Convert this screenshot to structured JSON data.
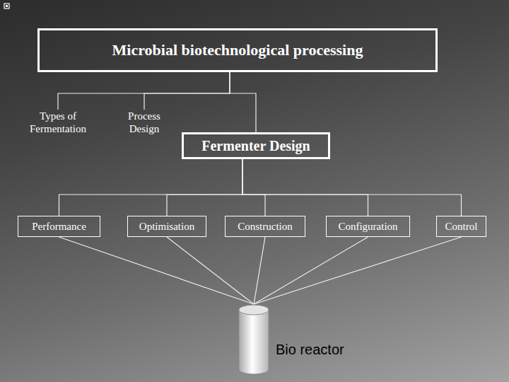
{
  "diagram": {
    "nodes": [
      {
        "text": [
          "Microbial biotechnological processing"
        ]
      },
      {
        "text": [
          "Types of Fermentation"
        ]
      },
      {
        "text": [
          "Process Design"
        ]
      },
      {
        "text": [
          "Fermenter Design"
        ]
      },
      {
        "text": [
          "Performance"
        ]
      },
      {
        "text": [
          "Optimisation"
        ]
      },
      {
        "text": [
          "Construction"
        ]
      },
      {
        "text": [
          "Configuration"
        ]
      },
      {
        "text": [
          "Control"
        ]
      },
      {
        "text": [
          "Bio reactor"
        ]
      }
    ],
    "edges": [
      {
        "from": 0,
        "to": 1,
        "arrow": "none"
      },
      {
        "from": 0,
        "to": 2,
        "arrow": "none"
      },
      {
        "from": 0,
        "to": 3,
        "arrow": "none"
      },
      {
        "from": 3,
        "to": 4,
        "arrow": "none"
      },
      {
        "from": 3,
        "to": 5,
        "arrow": "none"
      },
      {
        "from": 3,
        "to": 6,
        "arrow": "none"
      },
      {
        "from": 3,
        "to": 7,
        "arrow": "none"
      },
      {
        "from": 3,
        "to": 8,
        "arrow": "none"
      },
      {
        "from": 4,
        "to": 9,
        "arrow": "none"
      },
      {
        "from": 5,
        "to": 9,
        "arrow": "none"
      },
      {
        "from": 6,
        "to": 9,
        "arrow": "none"
      },
      {
        "from": 7,
        "to": 9,
        "arrow": "none"
      },
      {
        "from": 8,
        "to": 9,
        "arrow": "none"
      }
    ]
  }
}
